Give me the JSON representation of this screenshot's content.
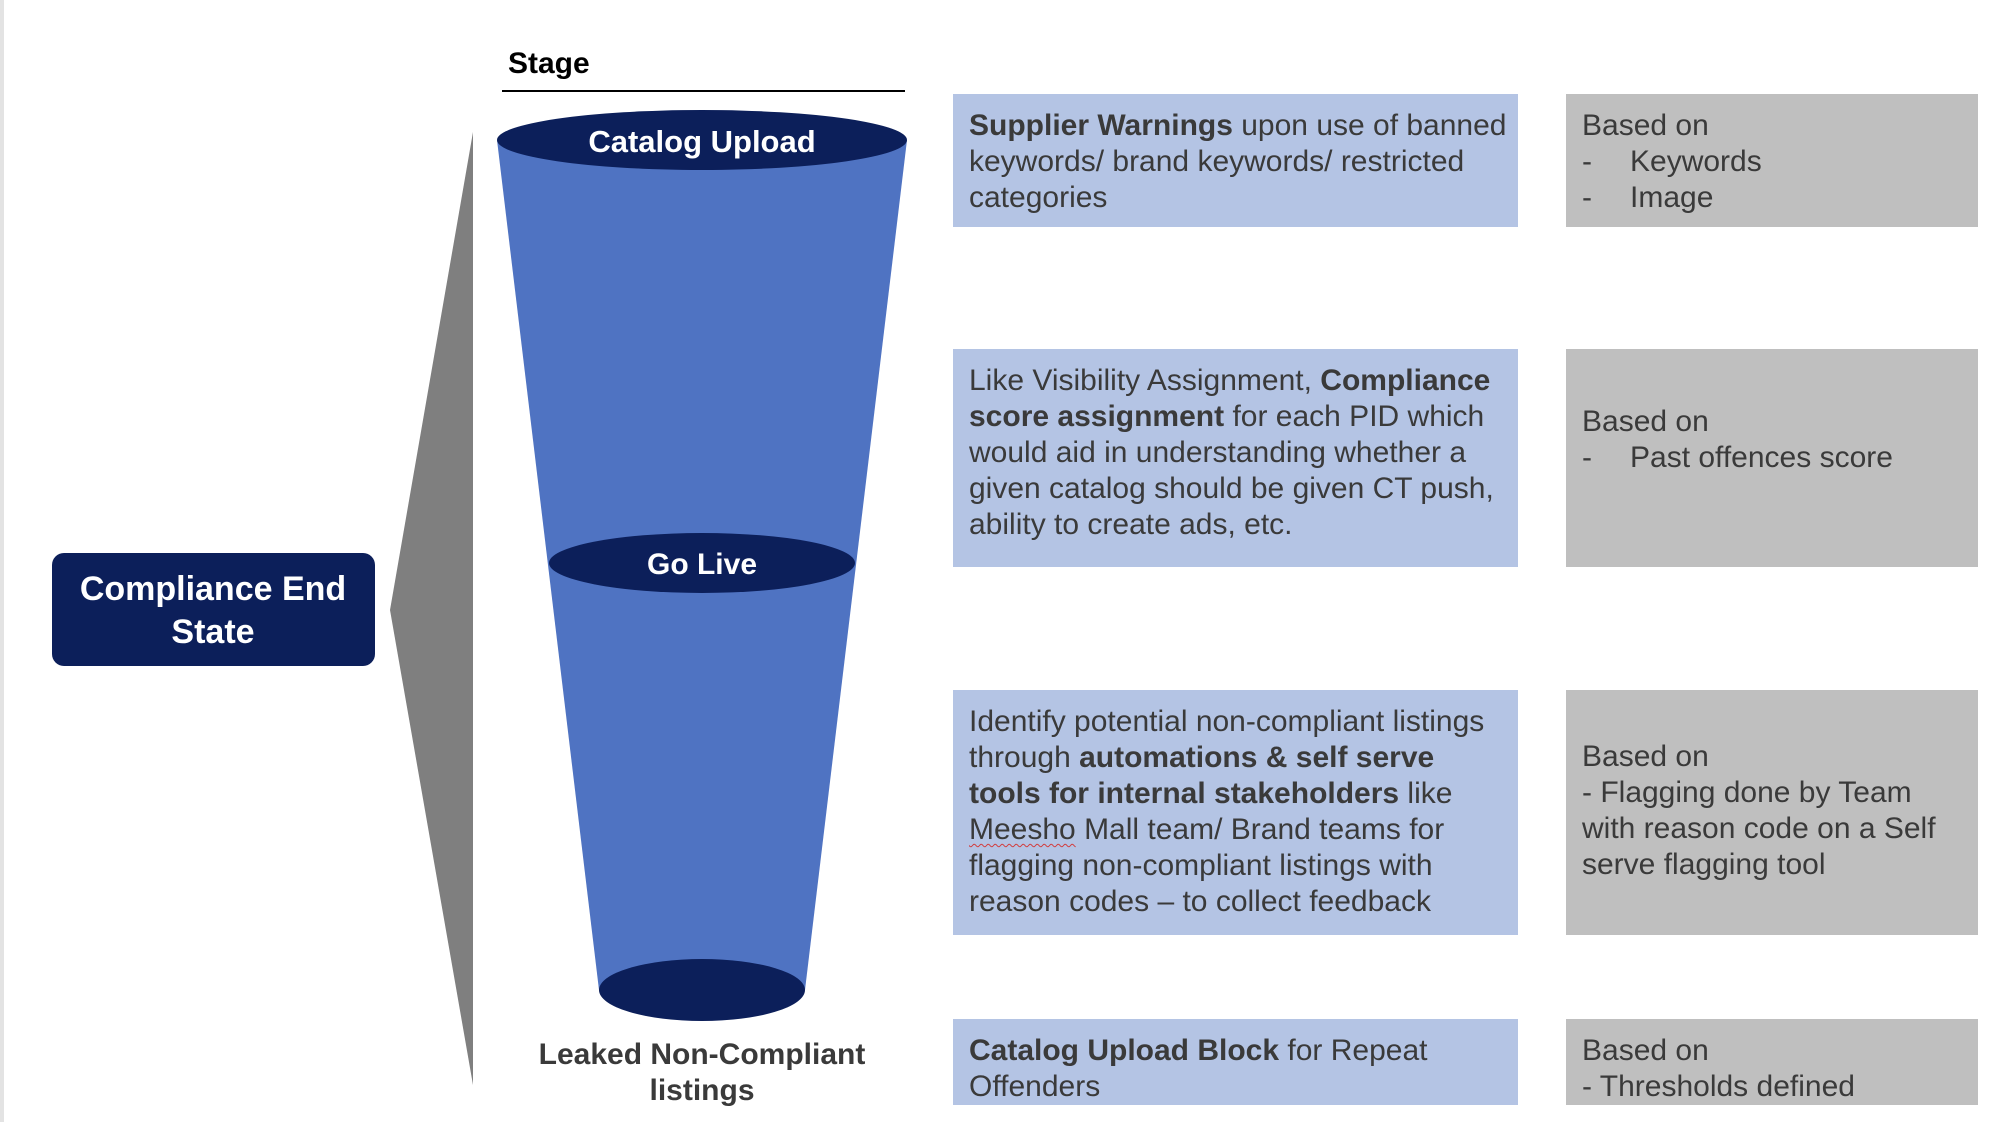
{
  "stage_header": "Stage",
  "end_state_label": "Compliance End State",
  "end_state_lines": [
    "Compliance End",
    "State"
  ],
  "funnel": {
    "top_label": "Catalog Upload",
    "middle_label": "Go Live",
    "bottom_caption_lines": [
      "Leaked Non-Compliant",
      "listings"
    ]
  },
  "colors": {
    "navy": "#0c1f5a",
    "funnel_blue": "#4f73c2",
    "wedge_gray": "#7f7f7f",
    "action_box": "#b4c4e4",
    "basis_box": "#bfbfbf"
  },
  "rows": [
    {
      "action": {
        "bold1": "Supplier Warnings",
        "text1": " upon use of banned",
        "line2": "keywords/ brand keywords/ restricted",
        "line3": "categories"
      },
      "basis": {
        "heading": "Based on",
        "items": [
          "Keywords",
          "Image"
        ]
      }
    },
    {
      "action": {
        "line1_pre": "Like Visibility Assignment, ",
        "line1_bold": "Compliance",
        "line2_bold": "score assignment",
        "line2_post": " for each PID which",
        "line3": "would aid in understanding whether a",
        "line4": "given catalog should be given CT push,",
        "line5": "ability to create ads, etc."
      },
      "basis": {
        "heading": "Based on",
        "items": [
          "Past offences score"
        ]
      }
    },
    {
      "action": {
        "line1": "Identify potential non-compliant listings",
        "line2_pre": "through ",
        "line2_bold": "automations & self serve",
        "line3_bold": "tools for internal stakeholders",
        "line3_post": " like",
        "line4_squiggle": "Meesho",
        "line4_post": " Mall team/ Brand teams for",
        "line5": "flagging non-compliant listings with",
        "line6": "reason codes – to collect feedback"
      },
      "basis": {
        "heading": "Based on",
        "lines": [
          "- Flagging done by Team",
          "with reason code on a Self",
          "serve flagging tool"
        ]
      }
    },
    {
      "action": {
        "bold1": "Catalog Upload Block",
        "text1": " for Repeat",
        "line2": "Offenders"
      },
      "basis": {
        "heading": "Based on",
        "lines": [
          "- Thresholds defined"
        ]
      }
    }
  ]
}
